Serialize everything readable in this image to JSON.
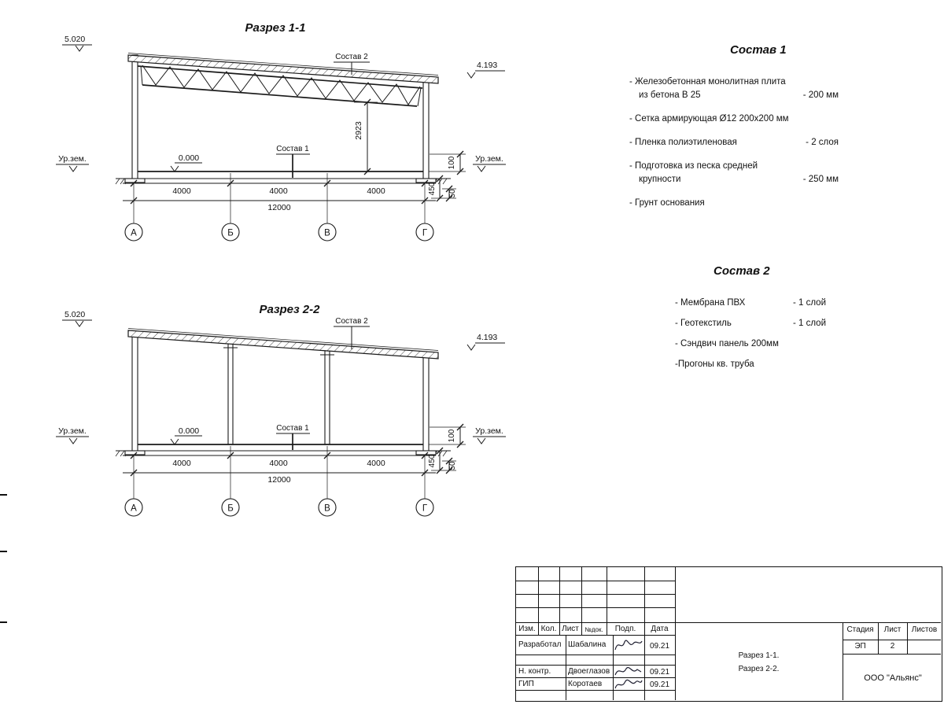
{
  "section1": {
    "title": "Разрез 1-1",
    "elev_left": "5.020",
    "elev_right": "4.193",
    "roof_layers_label": "Состав 2",
    "floor_layers_label": "Состав 1",
    "ground_label_left": "Ур.зем.",
    "ground_label_right": "Ур.зем.",
    "zero_level": "0.000",
    "truss_height_dim": "2923",
    "dim_100": "100",
    "dim_450": "450",
    "dim_50": "50",
    "span_dims": [
      "4000",
      "4000",
      "4000"
    ],
    "total_dim": "12000",
    "axes": [
      "А",
      "Б",
      "В",
      "Г"
    ]
  },
  "section2": {
    "title": "Разрез 2-2",
    "elev_left": "5.020",
    "elev_right": "4.193",
    "roof_layers_label": "Состав 2",
    "floor_layers_label": "Состав 1",
    "ground_label_left": "Ур.зем.",
    "ground_label_right": "Ур.зем.",
    "zero_level": "0.000",
    "dim_100": "100",
    "dim_450": "450",
    "dim_50": "50",
    "span_dims": [
      "4000",
      "4000",
      "4000"
    ],
    "total_dim": "12000",
    "axes": [
      "А",
      "Б",
      "В",
      "Г"
    ]
  },
  "notes1": {
    "title": "Состав 1",
    "items": [
      {
        "line1": "- Железобетонная  монолитная плита",
        "line2": "из бетона В 25",
        "value": "- 200 мм"
      },
      {
        "line1": "- Сетка армирующая Ø12 200x200 мм"
      },
      {
        "line1": "- Пленка полиэтиленовая",
        "value": "- 2 слоя"
      },
      {
        "line1": "- Подготовка из песка средней",
        "line2": "крупности",
        "value": "- 250 мм"
      },
      {
        "line1": "- Грунт основания"
      }
    ]
  },
  "notes2": {
    "title": "Состав 2",
    "items": [
      {
        "line1": "- Мембрана ПВХ",
        "value": "- 1 слой"
      },
      {
        "line1": "- Геотекстиль",
        "value": "- 1 слой"
      },
      {
        "line1": "- Сэндвич панель 200мм"
      },
      {
        "line1": "-Прогоны кв. труба"
      }
    ]
  },
  "stamp": {
    "cols": [
      "Изм.",
      "Кол.",
      "Лист",
      "№док.",
      "Подп.",
      "Дата"
    ],
    "rows": [
      {
        "role": "Разработал",
        "name": "Шабалина",
        "date": "09.21"
      },
      {
        "role": "Н. контр.",
        "name": "Двоеглазов",
        "date": "09.21"
      },
      {
        "role": "ГИП",
        "name": "Коротаев",
        "date": "09.21"
      }
    ],
    "title_line1": "Разрез 1-1.",
    "title_line2": "Разрез 2-2.",
    "stage_label": "Стадия",
    "sheet_label": "Лист",
    "sheets_label": "Листов",
    "stage": "ЭП",
    "sheet_no": "2",
    "company": "ООО \"Альянс\""
  }
}
